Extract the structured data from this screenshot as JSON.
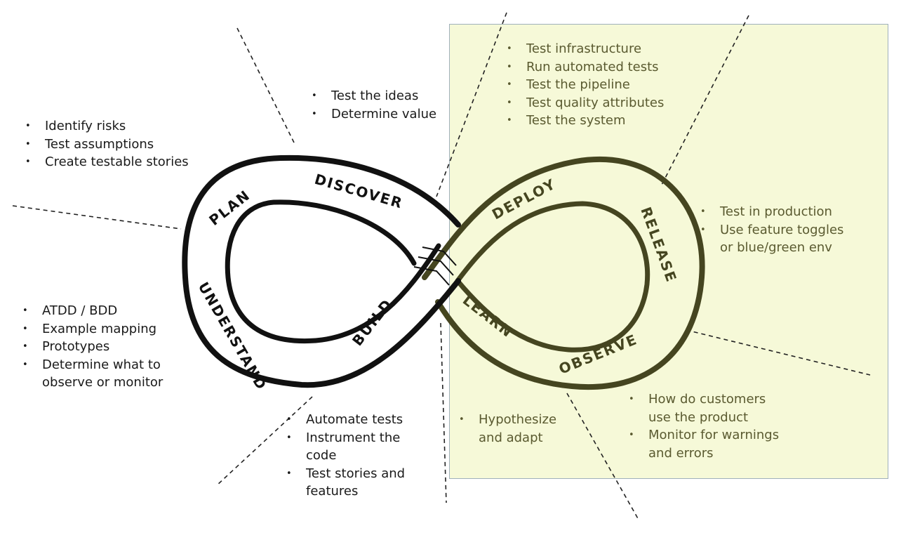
{
  "colors": {
    "dev_loop": "#111111",
    "ops_loop": "#454520",
    "ops_background": "#f6f9d8",
    "ops_text": "#5a5a30"
  },
  "stages": {
    "plan": "PLAN",
    "discover": "DISCOVER",
    "understand": "UNDERSTAND",
    "build": "BUILD",
    "deploy": "DEPLOY",
    "release": "RELEASE",
    "observe": "OBSERVE",
    "learn": "LEARN"
  },
  "notes": {
    "plan": [
      "Identify risks",
      "Test assumptions",
      "Create testable stories"
    ],
    "discover": [
      "Test the ideas",
      "Determine value"
    ],
    "understand": [
      "ATDD / BDD",
      "Example mapping",
      "Prototypes",
      "Determine what to",
      "observe or monitor"
    ],
    "build": [
      "Automate tests",
      "Instrument the",
      "code",
      "Test stories and",
      "features"
    ],
    "deploy": [
      "Test infrastructure",
      "Run automated tests",
      "Test the pipeline",
      "Test quality attributes",
      "Test the system"
    ],
    "release": [
      "Test in production",
      "Use feature toggles",
      "or blue/green env"
    ],
    "observe": [
      "How do customers",
      "use the product",
      "Monitor for warnings",
      "and errors"
    ],
    "learn": [
      "Hypothesize",
      "and adapt"
    ]
  }
}
